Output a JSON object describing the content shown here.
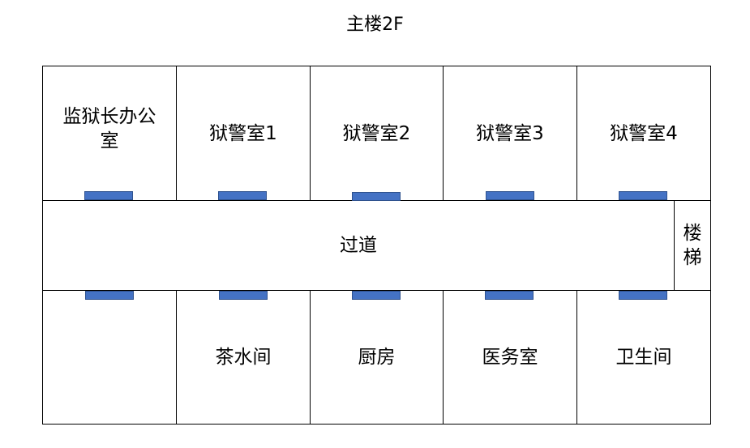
{
  "title": "主楼2F",
  "top_rooms": [
    {
      "label": "监狱长办公室",
      "label_line1": "监狱长办公",
      "label_line2": "室"
    },
    {
      "label": "狱警室1"
    },
    {
      "label": "狱警室2"
    },
    {
      "label": "狱警室3"
    },
    {
      "label": "狱警室4"
    }
  ],
  "corridor": {
    "label": "过道"
  },
  "stairs": {
    "label": "楼梯",
    "line1": "楼",
    "line2": "梯"
  },
  "bottom_rooms": [
    {
      "label": ""
    },
    {
      "label": "茶水间"
    },
    {
      "label": "厨房"
    },
    {
      "label": "医务室"
    },
    {
      "label": "卫生间"
    }
  ],
  "colors": {
    "door": "#4472c4"
  }
}
